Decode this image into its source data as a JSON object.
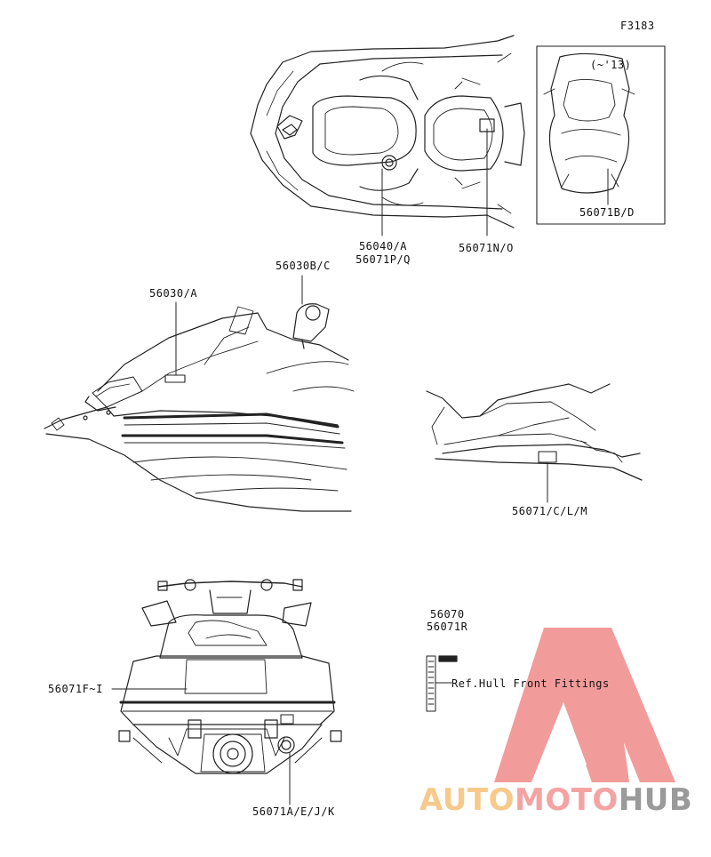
{
  "figure_code": "F3183",
  "inset_note": "(~'13)",
  "callouts": {
    "inset_label": "56071B/D",
    "seat_label_line1": "56040/A",
    "seat_label_line2": "56071P/Q",
    "rear_seat_label": "56071N/O",
    "steering_label": "56030B/C",
    "hood_label": "56030/A",
    "side_label": "56071/C/L/M",
    "rear_left_label": "56071F~I",
    "rear_bottom_label": "56071A/E/J/K",
    "strip_label_line1": "56070",
    "strip_label_line2": "56071R",
    "ref_note": "Ref.Hull Front Fittings"
  },
  "watermark": {
    "part1": "AUTO",
    "part2": "MOTO",
    "part3": "HUB",
    "colors": {
      "auto": "#f7c98a",
      "moto": "#f4a3a3",
      "hub": "#9a9a9a",
      "logo": "#f08a8a"
    }
  }
}
